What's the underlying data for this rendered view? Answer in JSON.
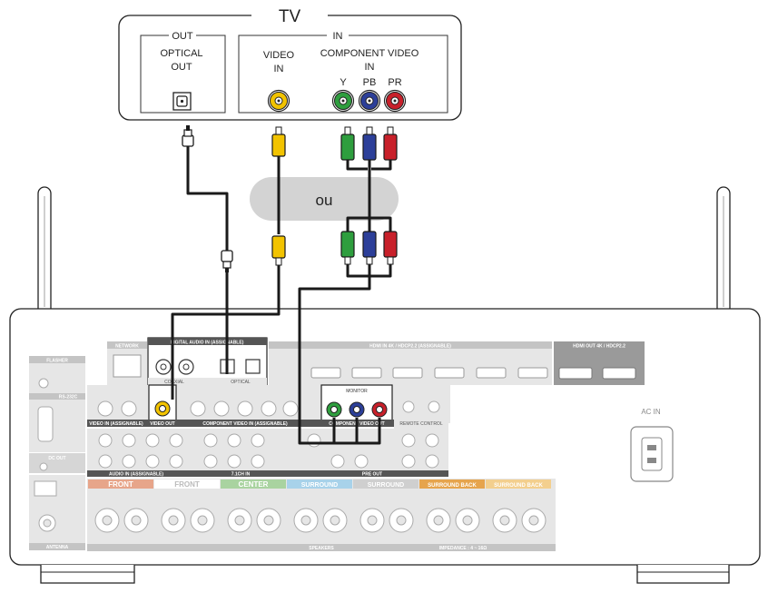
{
  "tv": {
    "title": "TV",
    "out_header": "OUT",
    "in_header": "IN",
    "optical_line1": "OPTICAL",
    "optical_line2": "OUT",
    "video_line1": "VIDEO",
    "video_line2": "IN",
    "component_line1": "COMPONENT VIDEO",
    "component_line2": "IN",
    "y_label": "Y",
    "pb_label": "PB",
    "pr_label": "PR"
  },
  "or_label": "ou",
  "receiver": {
    "ac_in": "AC IN",
    "network": "NETWORK",
    "digital_audio_in": "DIGITAL AUDIO IN (ASSIGNABLE)",
    "coaxial": "COAXIAL",
    "optical": "OPTICAL",
    "hdmi_in": "HDMI IN 4K / HDCP2.2 (ASSIGNABLE)",
    "hdmi_out": "HDMI OUT 4K / HDCP2.2",
    "monitor": "MONITOR",
    "video_out": "VIDEO OUT",
    "component_video_out": "COMPONENT VIDEO OUT",
    "component_monitor": "MONITOR",
    "video_in": "VIDEO IN (ASSIGNABLE)",
    "component_video_in": "COMPONENT VIDEO IN (ASSIGNABLE)",
    "audio_in": "AUDIO IN (ASSIGNABLE)",
    "ch_in": "7.1CH IN",
    "pre_out": "PRE OUT",
    "remote_control": "REMOTE CONTROL",
    "dc_out": "DC OUT",
    "rs232c": "RS-232C",
    "flasher": "FLASHER",
    "antenna": "ANTENNA",
    "speakers": "SPEAKERS",
    "impedance": "IMPEDANCE : 4 ~ 16Ω",
    "speaker_groups": [
      "FRONT",
      "FRONT",
      "CENTER",
      "SURROUND",
      "SURROUND",
      "SURROUND BACK",
      "SURROUND BACK"
    ]
  },
  "colors": {
    "component_y": "#2e9e3e",
    "component_pb": "#2c3f99",
    "component_pr": "#c8202a",
    "composite_video": "#f2c300",
    "cable": "#1a1a1a",
    "panel_gray": "#d7d7d7",
    "callout_gray": "#d3d3d3"
  }
}
